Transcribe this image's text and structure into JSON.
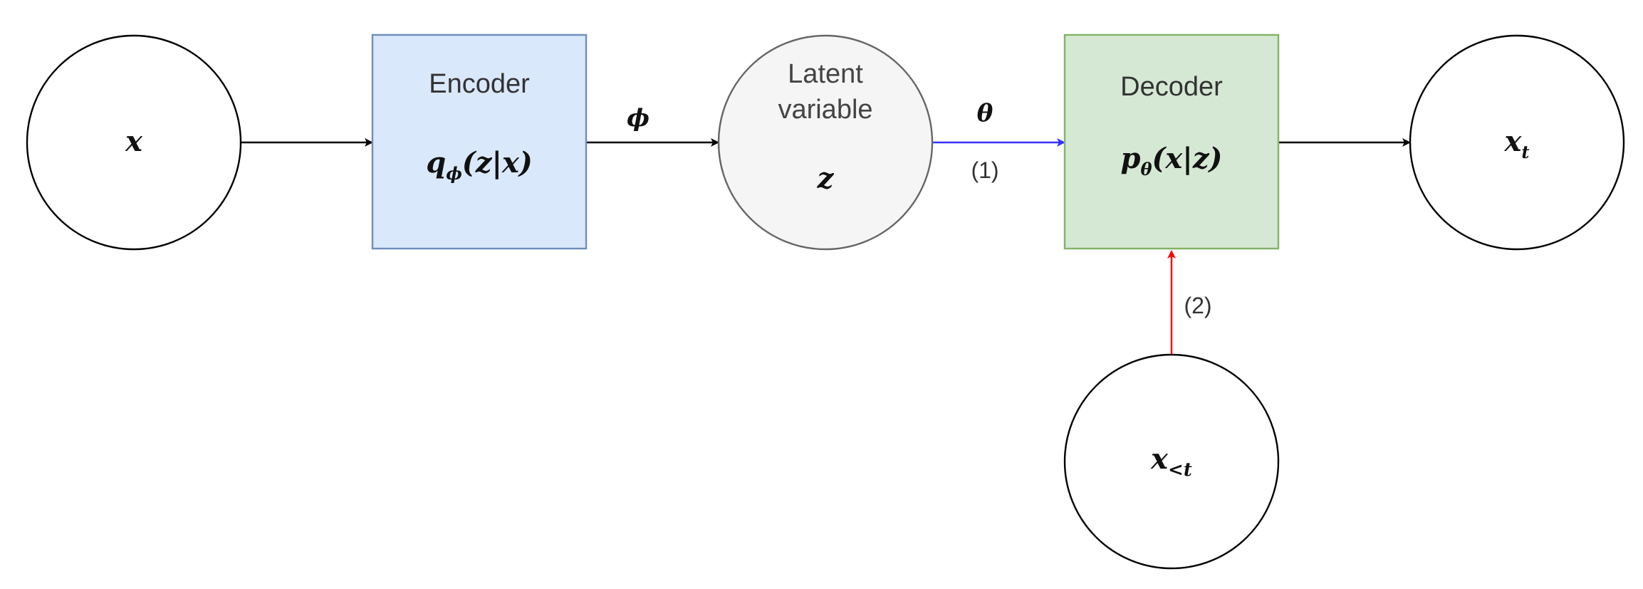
{
  "nodes": {
    "input_x": {
      "symbol": "x"
    },
    "encoder": {
      "title": "Encoder",
      "formula_main": "q",
      "formula_sub": "ϕ",
      "formula_args": "(z|x)"
    },
    "latent": {
      "title_line1": "Latent",
      "title_line2": "variable",
      "symbol": "z"
    },
    "decoder": {
      "title": "Decoder",
      "formula_main": "p",
      "formula_sub": "θ",
      "formula_args": "(x|z)"
    },
    "output_x": {
      "main": "x",
      "sub": "t"
    },
    "context_x": {
      "main": "x",
      "sub": "<t"
    }
  },
  "edges": {
    "phi_label": "ϕ",
    "theta_label": "θ",
    "path1_label": "(1)",
    "path2_label": "(2)"
  },
  "colors": {
    "encoder_fill": "#dae8fc",
    "encoder_stroke": "#6c8ebf",
    "decoder_fill": "#d5e8d4",
    "decoder_stroke": "#82b366",
    "latent_fill": "#f5f5f5",
    "latent_stroke": "#666666",
    "node_stroke": "#000000",
    "edge_default": "#000000",
    "edge_path1": "#3333ff",
    "edge_path2": "#ff0000"
  }
}
